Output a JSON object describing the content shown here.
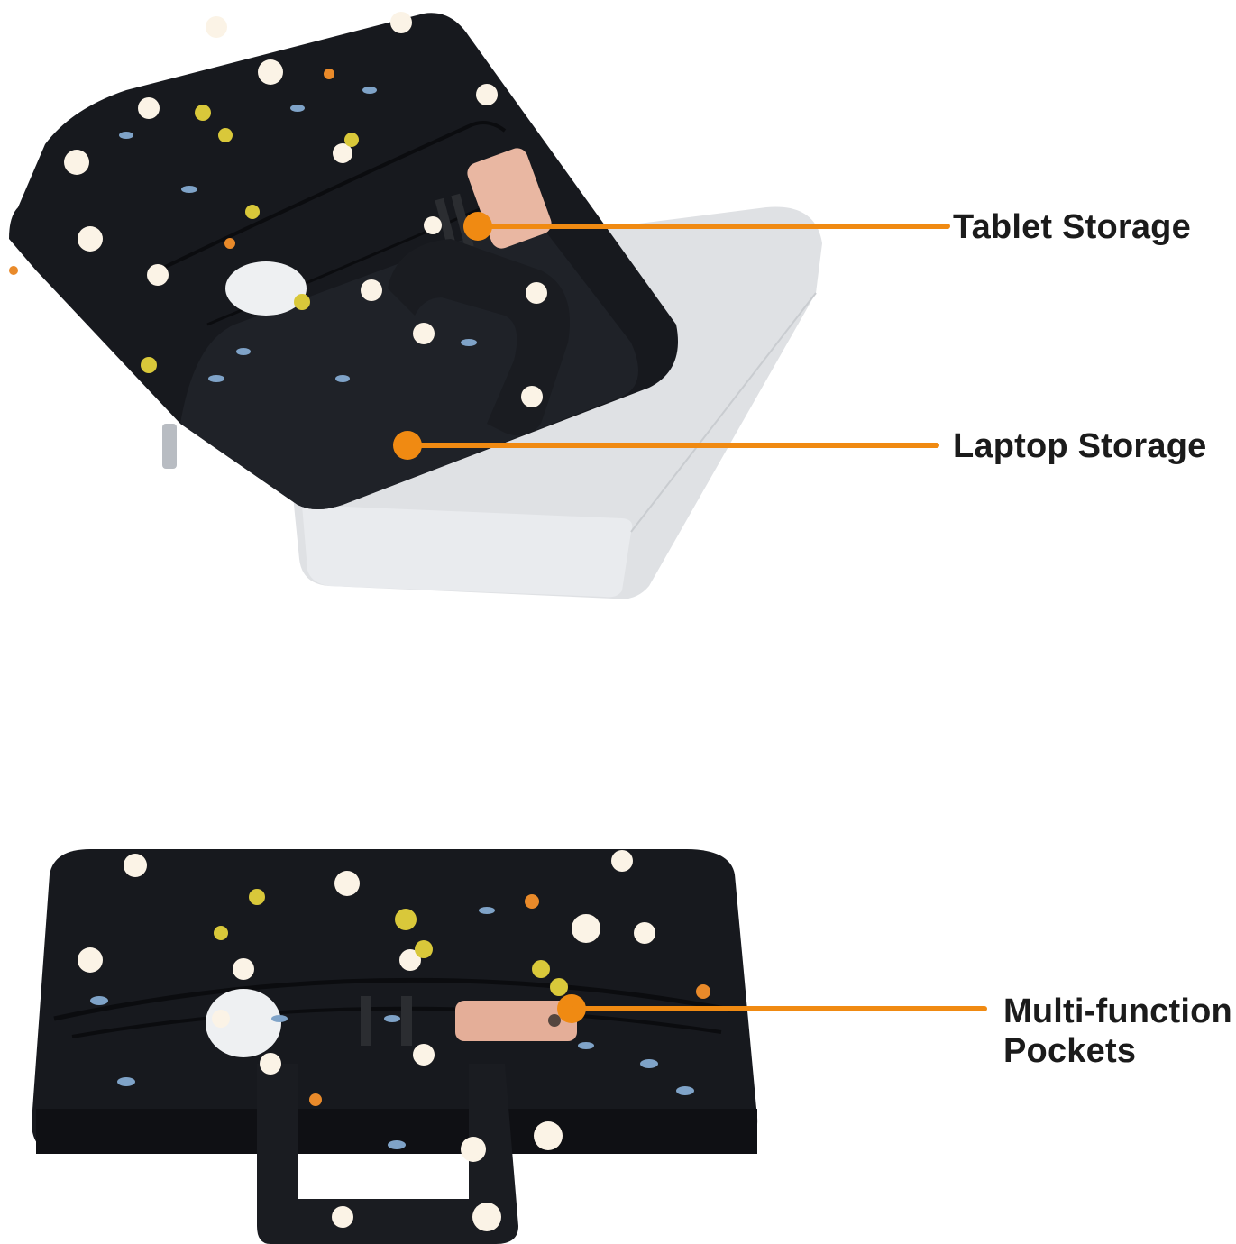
{
  "colors": {
    "accent": "#f08a12",
    "text": "#1b1b1b",
    "background": "#ffffff",
    "fabric": "#17191e",
    "laptop": "#dfe1e4"
  },
  "products": [
    {
      "name": "floral-laptop-bag-open-view",
      "description": "Black floral laptop sleeve with laptop sliding out, phone and pens in front pocket"
    },
    {
      "name": "floral-laptop-bag-front-view",
      "description": "Black floral laptop sleeve front view with mouse, pens and phone in front pocket"
    }
  ],
  "callouts": [
    {
      "id": "tablet",
      "label": "Tablet Storage"
    },
    {
      "id": "laptop",
      "label": "Laptop Storage"
    },
    {
      "id": "pockets",
      "label_line1": "Multi-function",
      "label_line2": "Pockets"
    }
  ]
}
